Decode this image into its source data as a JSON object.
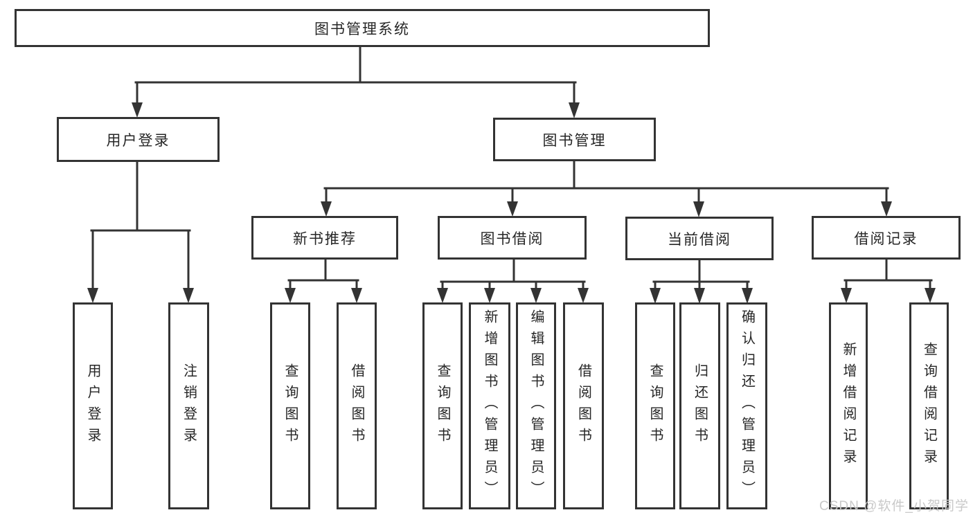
{
  "diagram": {
    "root": {
      "label": "图书管理系统"
    },
    "branches": [
      {
        "label": "用户登录",
        "children": [
          {
            "label": "用户登录"
          },
          {
            "label": "注销登录"
          }
        ]
      },
      {
        "label": "图书管理",
        "children": [
          {
            "label": "新书推荐",
            "children": [
              {
                "label": "查询图书"
              },
              {
                "label": "借阅图书"
              }
            ]
          },
          {
            "label": "图书借阅",
            "children": [
              {
                "label": "查询图书"
              },
              {
                "label": "新增图书（管理员）"
              },
              {
                "label": "编辑图书（管理员）"
              },
              {
                "label": "借阅图书"
              }
            ]
          },
          {
            "label": "当前借阅",
            "children": [
              {
                "label": "查询图书"
              },
              {
                "label": "归还图书"
              },
              {
                "label": "确认归还（管理员）"
              }
            ]
          },
          {
            "label": "借阅记录",
            "children": [
              {
                "label": "新增借阅记录"
              },
              {
                "label": "查询借阅记录"
              }
            ]
          }
        ]
      }
    ]
  },
  "watermark": {
    "text": "CSDN @软件_小贺同学"
  },
  "colors": {
    "line": "#333333",
    "text": "#262626",
    "watermark_text": "#c9c9c9",
    "background": "#ffffff"
  }
}
